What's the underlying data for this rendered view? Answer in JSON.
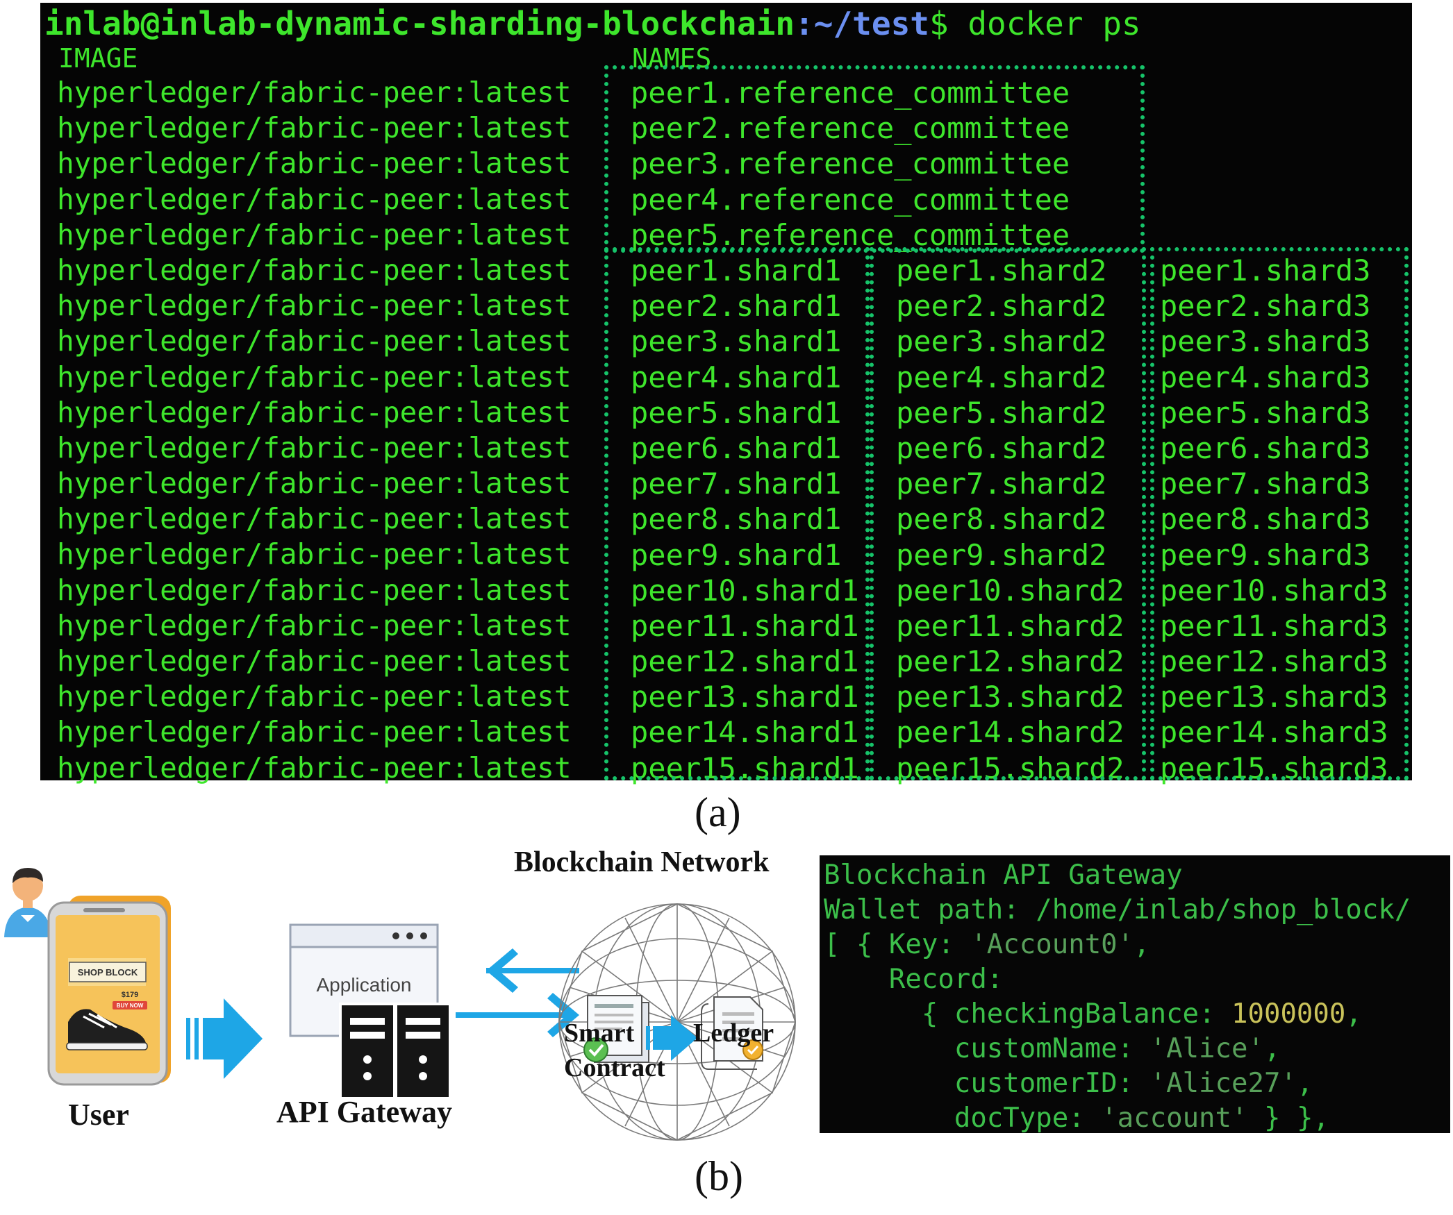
{
  "terminal_a": {
    "prompt_userhost": "inlab@inlab-dynamic-sharding-blockchain",
    "prompt_path": ":~/test",
    "prompt_symbol": "$",
    "command": " docker ps",
    "header_image": "IMAGE",
    "header_names": "NAMES",
    "images": [
      "hyperledger/fabric-peer:latest",
      "hyperledger/fabric-peer:latest",
      "hyperledger/fabric-peer:latest",
      "hyperledger/fabric-peer:latest",
      "hyperledger/fabric-peer:latest",
      "hyperledger/fabric-peer:latest",
      "hyperledger/fabric-peer:latest",
      "hyperledger/fabric-peer:latest",
      "hyperledger/fabric-peer:latest",
      "hyperledger/fabric-peer:latest",
      "hyperledger/fabric-peer:latest",
      "hyperledger/fabric-peer:latest",
      "hyperledger/fabric-peer:latest",
      "hyperledger/fabric-peer:latest",
      "hyperledger/fabric-peer:latest",
      "hyperledger/fabric-peer:latest",
      "hyperledger/fabric-peer:latest",
      "hyperledger/fabric-peer:latest",
      "hyperledger/fabric-peer:latest",
      "hyperledger/fabric-peer:latest"
    ],
    "reference_committee": [
      "peer1.reference_committee",
      "peer2.reference_committee",
      "peer3.reference_committee",
      "peer4.reference_committee",
      "peer5.reference_committee"
    ],
    "shard1": [
      "peer1.shard1",
      "peer2.shard1",
      "peer3.shard1",
      "peer4.shard1",
      "peer5.shard1",
      "peer6.shard1",
      "peer7.shard1",
      "peer8.shard1",
      "peer9.shard1",
      "peer10.shard1",
      "peer11.shard1",
      "peer12.shard1",
      "peer13.shard1",
      "peer14.shard1",
      "peer15.shard1"
    ],
    "shard2": [
      "peer1.shard2",
      "peer2.shard2",
      "peer3.shard2",
      "peer4.shard2",
      "peer5.shard2",
      "peer6.shard2",
      "peer7.shard2",
      "peer8.shard2",
      "peer9.shard2",
      "peer10.shard2",
      "peer11.shard2",
      "peer12.shard2",
      "peer13.shard2",
      "peer14.shard2",
      "peer15.shard2"
    ],
    "shard3": [
      "peer1.shard3",
      "peer2.shard3",
      "peer3.shard3",
      "peer4.shard3",
      "peer5.shard3",
      "peer6.shard3",
      "peer7.shard3",
      "peer8.shard3",
      "peer9.shard3",
      "peer10.shard3",
      "peer11.shard3",
      "peer12.shard3",
      "peer13.shard3",
      "peer14.shard3",
      "peer15.shard3"
    ],
    "text_color": "#3ee62c",
    "path_color": "#6b8ff0",
    "box_color": "#16c46a"
  },
  "caption_a": "(a)",
  "caption_b": "(b)",
  "diagram": {
    "network_title": "Blockchain Network",
    "user_label": "User",
    "phone_banner": "SHOP BLOCK",
    "phone_price": "$179",
    "phone_buy": "BUY NOW",
    "app_label": "Application",
    "gateway_label": "API Gateway",
    "smart_label": "Smart",
    "contract_label": "Contract",
    "ledger_label": "Ledger",
    "arrow_color": "#1ea6e6",
    "icons": [
      "user-avatar-icon",
      "smartphone-icon",
      "sneaker-icon",
      "application-window-icon",
      "server-icon",
      "geodesic-sphere-icon",
      "contract-document-icon",
      "ledger-document-icon"
    ]
  },
  "terminal_b": {
    "line1": "Blockchain API Gateway",
    "line2": "Wallet path: /home/inlab/shop_block/",
    "line3_open": "[ { Key: ",
    "key_value": "'Account0'",
    "line3_close": ",",
    "line4": "    Record:",
    "line5_open": "      { checkingBalance: ",
    "balance": "1000000",
    "line5_close": ",",
    "line6_open": "        customName: ",
    "custom_name": "'Alice'",
    "line6_close": ",",
    "line7_open": "        customerID: ",
    "customer_id": "'Alice27'",
    "line7_close": ",",
    "line8_open": "        docType: ",
    "doc_type": "'account'",
    "line8_close": " } },"
  }
}
